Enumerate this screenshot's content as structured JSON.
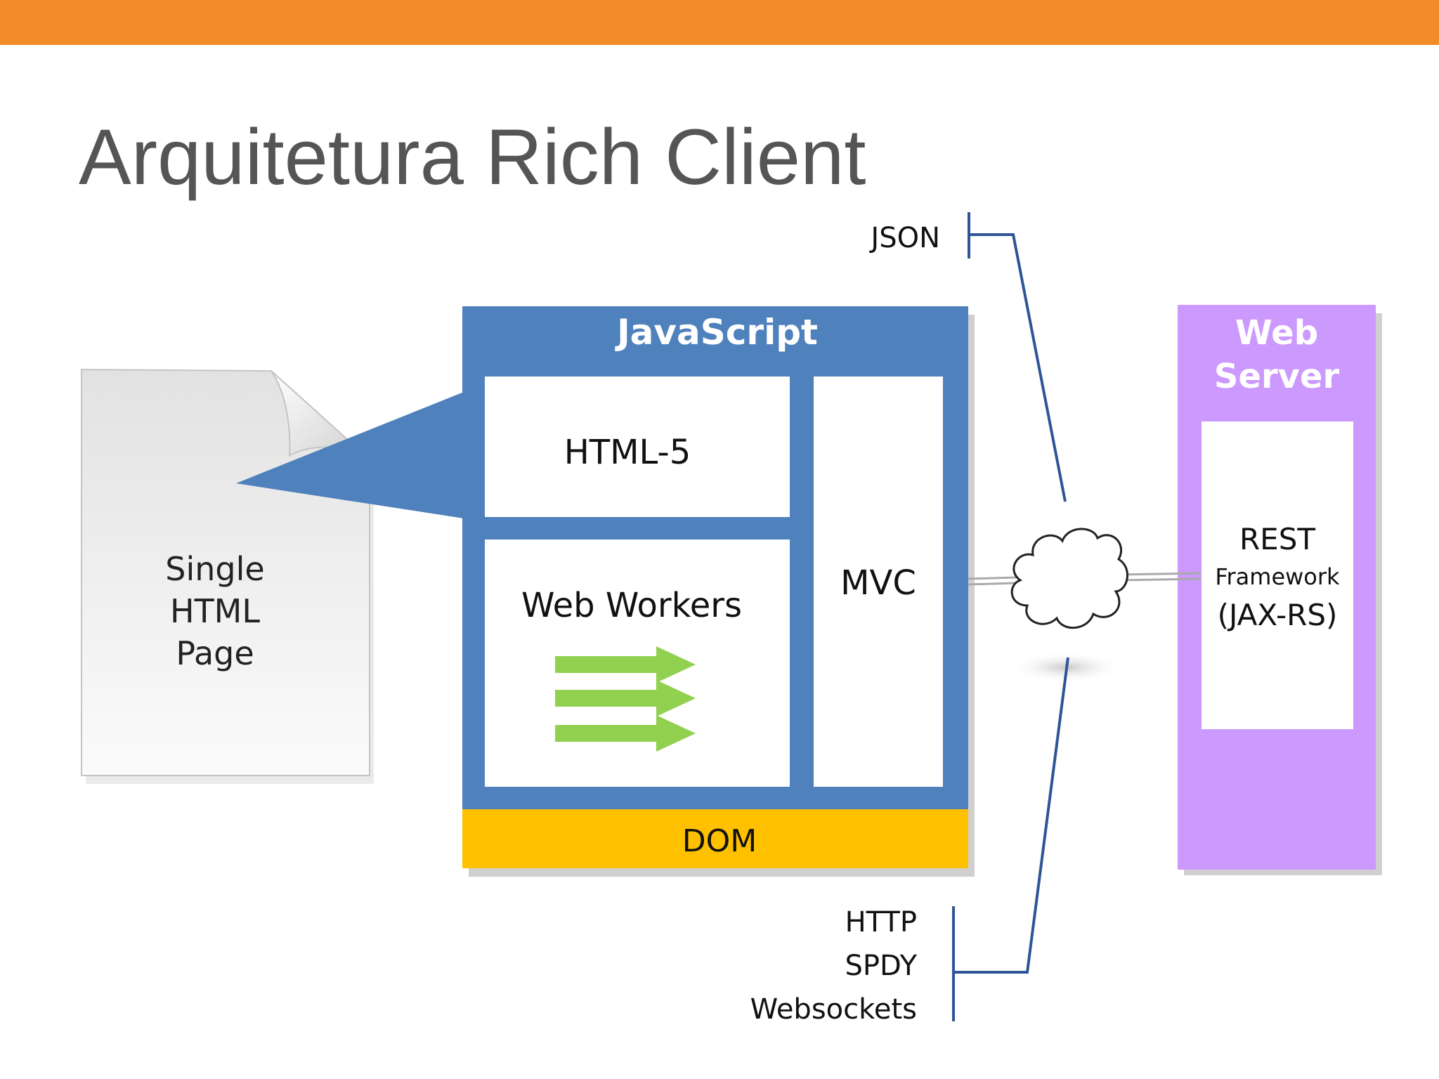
{
  "slide": {
    "title": "Arquitetura Rich Client",
    "accent_color": "#F28C28"
  },
  "diagram": {
    "page": {
      "lines": [
        "Single",
        "HTML",
        "Page"
      ],
      "icon": "document-page-icon"
    },
    "javascript_box": {
      "title": "JavaScript",
      "html5_label": "HTML-5",
      "web_workers_label": "Web Workers",
      "workers_icon": "green-arrows-icon",
      "mvc_label": "MVC",
      "dom_label": "DOM"
    },
    "protocols": {
      "json_label": "JSON",
      "transport_lines": [
        "HTTP",
        "SPDY",
        "Websockets"
      ],
      "cloud_icon": "network-cloud-icon"
    },
    "web_server": {
      "title_lines": [
        "Web",
        "Server"
      ],
      "rest_line1": "REST",
      "rest_line2": "Framework",
      "rest_line3": "(JAX-RS)"
    },
    "colors": {
      "js_blue": "#4F81BD",
      "dom_yellow": "#FFC000",
      "server_purple": "#CC99FF",
      "arrow_green": "#92D050",
      "line_blue": "#2F5597"
    }
  }
}
